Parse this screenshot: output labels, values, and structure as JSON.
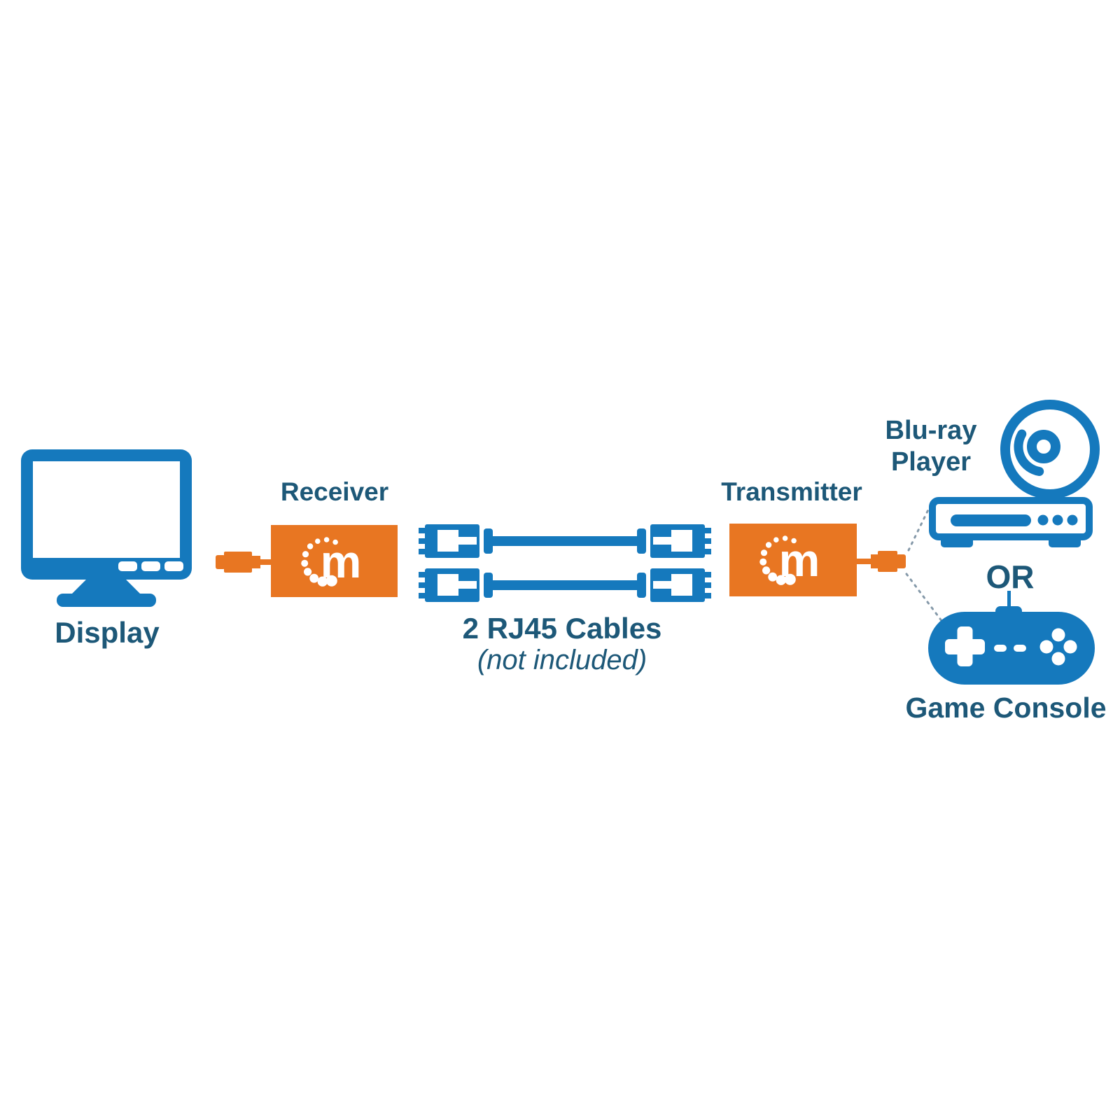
{
  "canvas": {
    "background": "#ffffff"
  },
  "colors": {
    "canvas_bg": "#ffffff",
    "icon_blue": "#1579bd",
    "label_blue": "#1d5878",
    "orange": "#e87622",
    "dotted_line": "#8599a9"
  },
  "diagram": {
    "display": {
      "label": "Display"
    },
    "receiver": {
      "label": "Receiver",
      "logo_letter": "m"
    },
    "cables": {
      "title": "2 RJ45 Cables",
      "note": "(not included)"
    },
    "transmitter": {
      "label": "Transmitter",
      "logo_letter": "m"
    },
    "bluray": {
      "label_line1": "Blu-ray",
      "label_line2": "Player"
    },
    "or_label": "OR",
    "game_console": {
      "label": "Game Console"
    }
  }
}
